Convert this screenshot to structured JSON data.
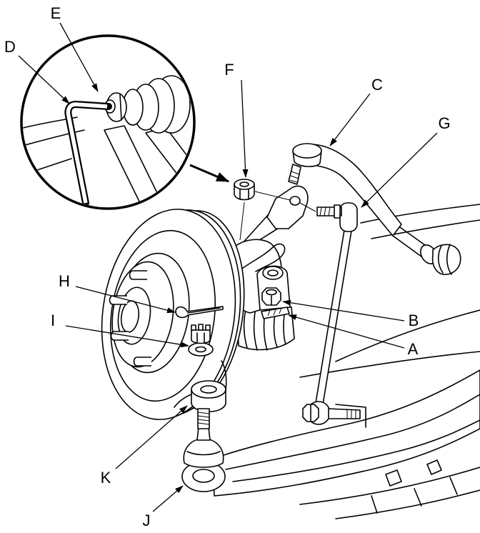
{
  "diagram": {
    "callouts": {
      "a": "A",
      "b": "B",
      "c": "C",
      "d": "D",
      "e": "E",
      "f": "F",
      "g": "G",
      "h": "H",
      "i": "I",
      "j": "J",
      "k": "K"
    }
  }
}
